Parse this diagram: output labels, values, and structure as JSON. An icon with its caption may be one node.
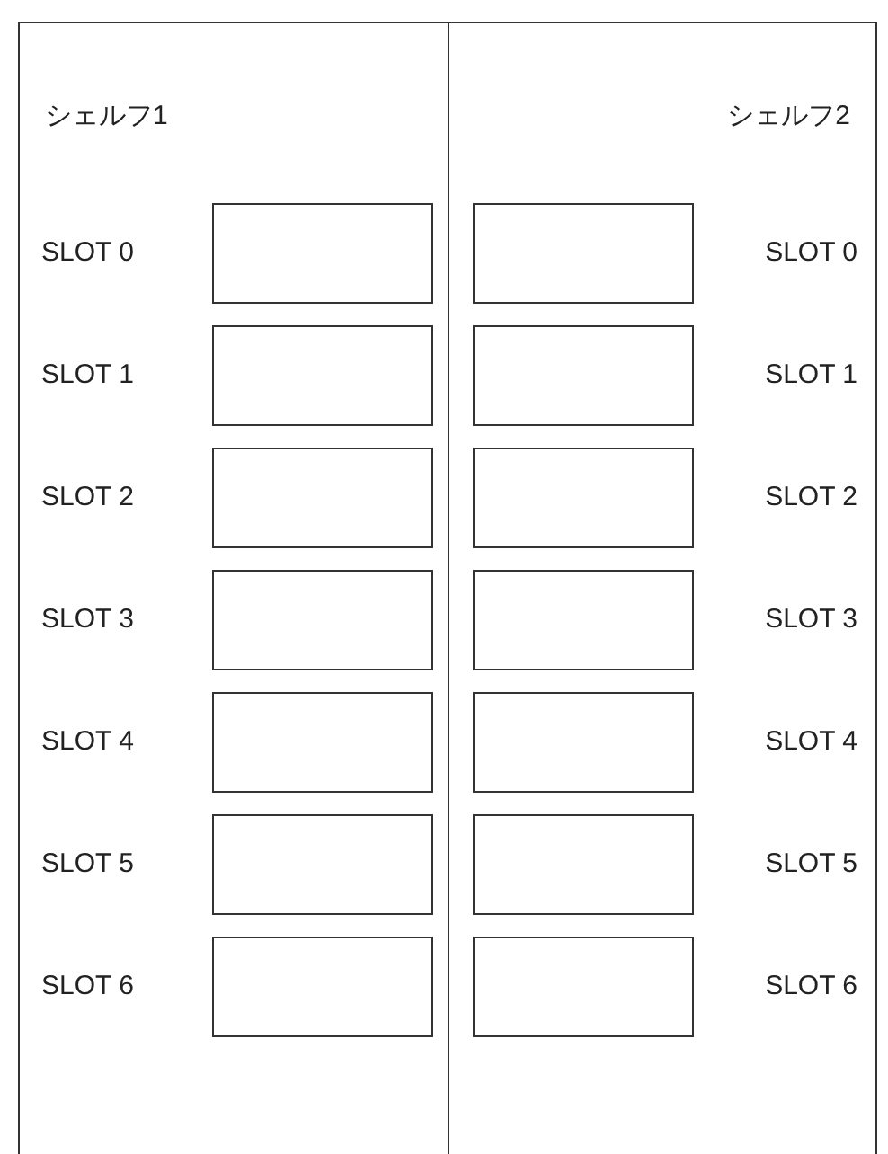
{
  "diagram": {
    "nodes": [
      {
        "text": [
          "シェルフ1"
        ]
      },
      {
        "text": [],
        "shape": "box",
        "in": 0,
        "beside": [
          "SLOT 0"
        ]
      },
      {
        "text": [],
        "shape": "box",
        "in": 0,
        "beside": [
          "SLOT 1"
        ]
      },
      {
        "text": [],
        "shape": "box",
        "in": 0,
        "beside": [
          "SLOT 2"
        ]
      },
      {
        "text": [],
        "shape": "box",
        "in": 0,
        "beside": [
          "SLOT 3"
        ]
      },
      {
        "text": [],
        "shape": "box",
        "in": 0,
        "beside": [
          "SLOT 4"
        ]
      },
      {
        "text": [],
        "shape": "box",
        "in": 0,
        "beside": [
          "SLOT 5"
        ]
      },
      {
        "text": [],
        "shape": "box",
        "in": 0,
        "beside": [
          "SLOT 6"
        ]
      },
      {
        "text": [
          "シェルフ2"
        ]
      },
      {
        "text": [],
        "shape": "box",
        "in": 8,
        "beside": [
          "SLOT 0"
        ]
      },
      {
        "text": [],
        "shape": "box",
        "in": 8,
        "beside": [
          "SLOT 1"
        ]
      },
      {
        "text": [],
        "shape": "box",
        "in": 8,
        "beside": [
          "SLOT 2"
        ]
      },
      {
        "text": [],
        "shape": "box",
        "in": 8,
        "beside": [
          "SLOT 3"
        ]
      },
      {
        "text": [],
        "shape": "box",
        "in": 8,
        "beside": [
          "SLOT 4"
        ]
      },
      {
        "text": [],
        "shape": "box",
        "in": 8,
        "beside": [
          "SLOT 5"
        ]
      },
      {
        "text": [],
        "shape": "box",
        "in": 8,
        "beside": [
          "SLOT 6"
        ]
      }
    ]
  }
}
